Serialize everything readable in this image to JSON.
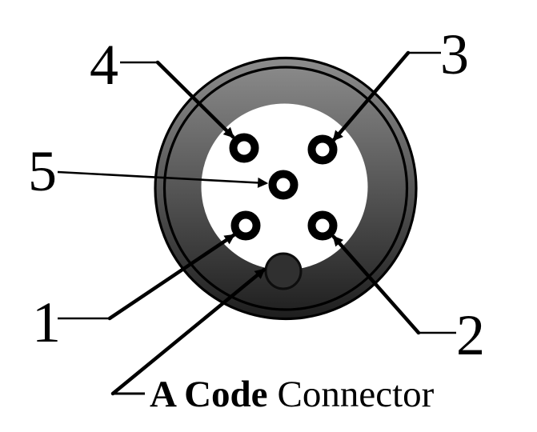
{
  "diagram": {
    "caption": {
      "bold": "A Code",
      "regular": "Connector"
    },
    "pins": [
      {
        "number": "1",
        "position": "bottom-left"
      },
      {
        "number": "2",
        "position": "bottom-right"
      },
      {
        "number": "3",
        "position": "top-right"
      },
      {
        "number": "4",
        "position": "top-left"
      },
      {
        "number": "5",
        "position": "center"
      }
    ],
    "colors": {
      "outline": "#000000",
      "body_top": "#8d8d8d",
      "body_bottom": "#1e1e1e",
      "face": "#ffffff",
      "notch": "#303030",
      "background": "#ffffff"
    }
  }
}
